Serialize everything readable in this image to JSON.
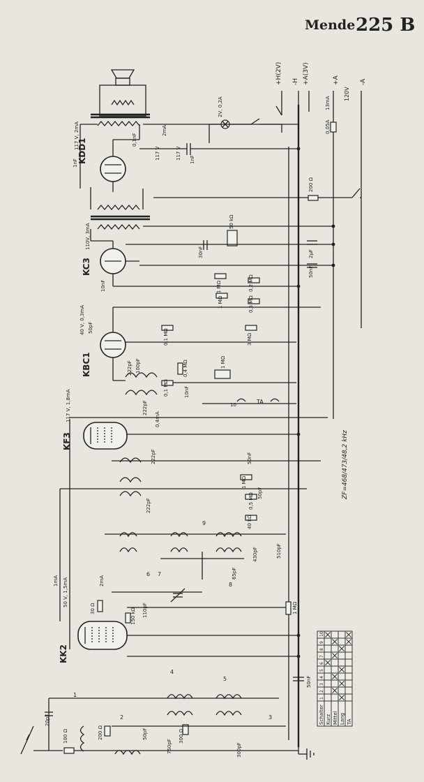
{
  "header": {
    "brand": "Mende",
    "model": "225 B"
  },
  "tubes": [
    {
      "id": "kdd1",
      "label": "KDD1"
    },
    {
      "id": "kc3",
      "label": "KC3"
    },
    {
      "id": "kbc1",
      "label": "KBC1"
    },
    {
      "id": "kf3",
      "label": "KF3"
    },
    {
      "id": "kk2",
      "label": "KK2"
    }
  ],
  "supply": {
    "terminals": [
      "+H(2V)",
      "-H",
      "+A(3V)",
      "+A",
      "-A"
    ],
    "lamp": "2V, 0,2A",
    "fuse": "0,05A",
    "current": "13mA",
    "mains": "120V",
    "series_res": "200 Ω"
  },
  "operating_points": [
    "117 V, 2mA",
    "117 V",
    "2mA",
    "117 V",
    "110V, 3mA",
    "40 V, 0,3mA",
    "117 V, 1,8mA",
    "50 V, 1,5mA",
    "1mA",
    "2mA",
    "0,4mA"
  ],
  "components": {
    "caps": [
      "1nF",
      "0,1nF",
      "1nF",
      "30nF",
      "2μF",
      "10nF",
      "50nF",
      "50pF",
      "100pF",
      "222pF",
      "10nF",
      "222pF",
      "222pF",
      "50nF",
      "50pF",
      "222pF",
      "510pF",
      "430pF",
      "65pF",
      "110pF",
      "20pF",
      "50pF",
      "750pF",
      "300pF",
      "50nF"
    ],
    "resistors": [
      "50 kΩ",
      "1 MΩ",
      "0,2 MΩ",
      "1 MΩ",
      "0,5 MΩ",
      "0,1 MΩ",
      "3 MΩ",
      "0,1 MΩ",
      "0,4 MΩ",
      "1 MΩ",
      "1 MΩ",
      "0,5 MΩ",
      "40 kΩ",
      "30 Ω",
      "150 kΩ",
      "1 MΩ",
      "100 Ω",
      "200 Ω",
      "300 Ω"
    ]
  },
  "switch_numbers": [
    "1",
    "2",
    "3",
    "4",
    "5",
    "6",
    "7",
    "8",
    "9",
    "10"
  ],
  "pickup": "TA",
  "if_note": "ZF=468/473/48,2 kHz",
  "switch_table": {
    "header_label": "Schalter",
    "columns": [
      "1",
      "2",
      "3",
      "4",
      "5",
      "6",
      "7",
      "8",
      "9",
      "10"
    ],
    "rows": [
      {
        "label": "Kurz",
        "marks": [
          0,
          0,
          0,
          0,
          0,
          1,
          0,
          0,
          0,
          1
        ]
      },
      {
        "label": "Mittel",
        "marks": [
          0,
          1,
          0,
          1,
          0,
          0,
          1,
          0,
          1,
          0
        ]
      },
      {
        "label": "Lang",
        "marks": [
          1,
          0,
          1,
          0,
          1,
          0,
          0,
          1,
          0,
          0
        ]
      },
      {
        "label": "TA",
        "marks": [
          0,
          0,
          0,
          0,
          0,
          0,
          0,
          0,
          1,
          1
        ]
      }
    ]
  }
}
